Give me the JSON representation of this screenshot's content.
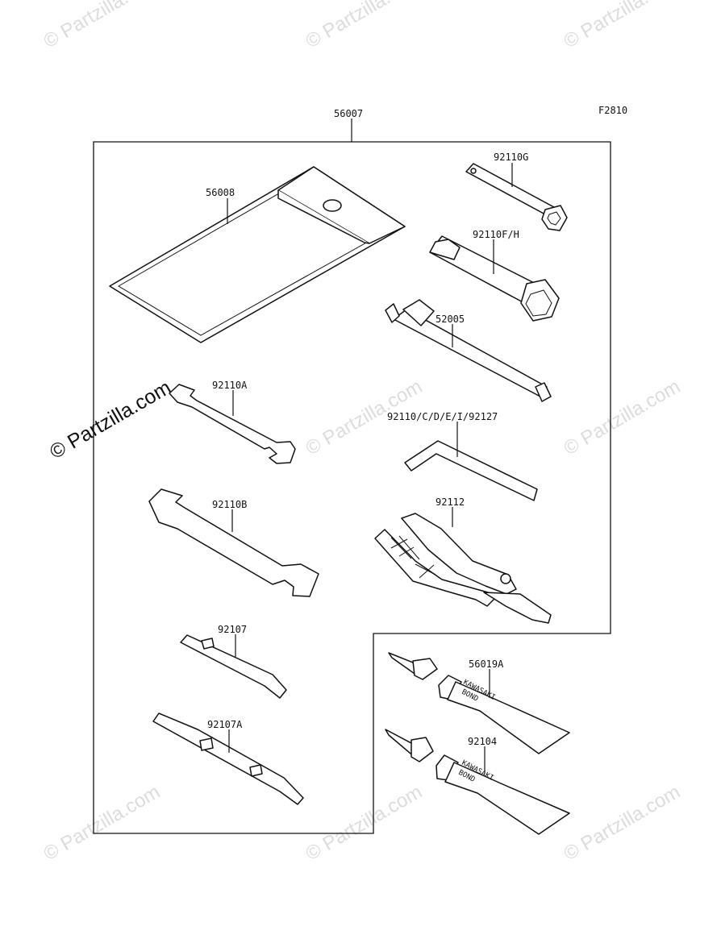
{
  "figure_code": "F2810",
  "watermark": {
    "text": "© Partzilla.com",
    "repeat_text": "© Partzilla.com",
    "color": "#dcdcdc"
  },
  "callouts": {
    "kit": "56007",
    "tool_bag": "56008",
    "spark_plug_wrench": "92110G",
    "box_wrench_fh": "92110F/H",
    "tire_gauge": "52005",
    "hex_wrenches": "92110/C/D/E/I/92127",
    "wrench_a": "92110A",
    "wrench_b": "92110B",
    "pliers": "92112",
    "screwdriver": "92107",
    "screwdriver_a": "92107A",
    "bond_a": "56019A",
    "bond_b": "92104"
  },
  "tube_print": {
    "brand": "KAWASAKI",
    "product": "BOND"
  }
}
